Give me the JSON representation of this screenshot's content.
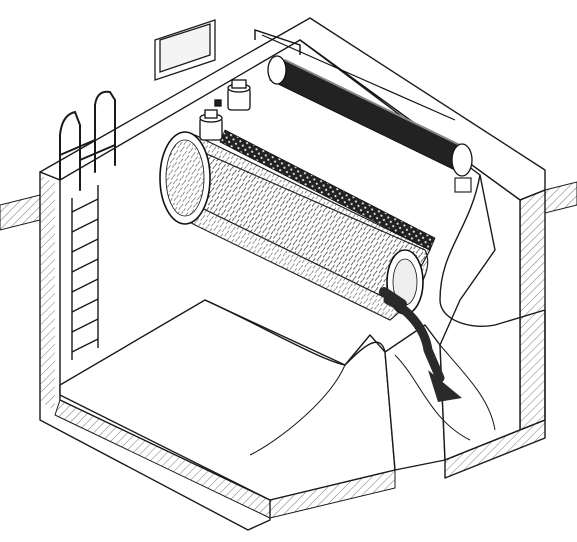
{
  "figure": {
    "subject": "drum-screen-in-concrete-channel",
    "colors": {
      "ink": "#1a1a1a",
      "concrete": "#ffffff",
      "hatch": "#555555",
      "mesh": "#444444",
      "arrow": "#2a2a2a"
    },
    "parts": [
      "concrete-basin",
      "access-ladder",
      "handrail",
      "rotating-drum-screen",
      "drive-motor",
      "spray-backwash-pipe",
      "debris-trough",
      "discharge-flow-arrow",
      "inlet-channel",
      "outlet-channel"
    ]
  }
}
